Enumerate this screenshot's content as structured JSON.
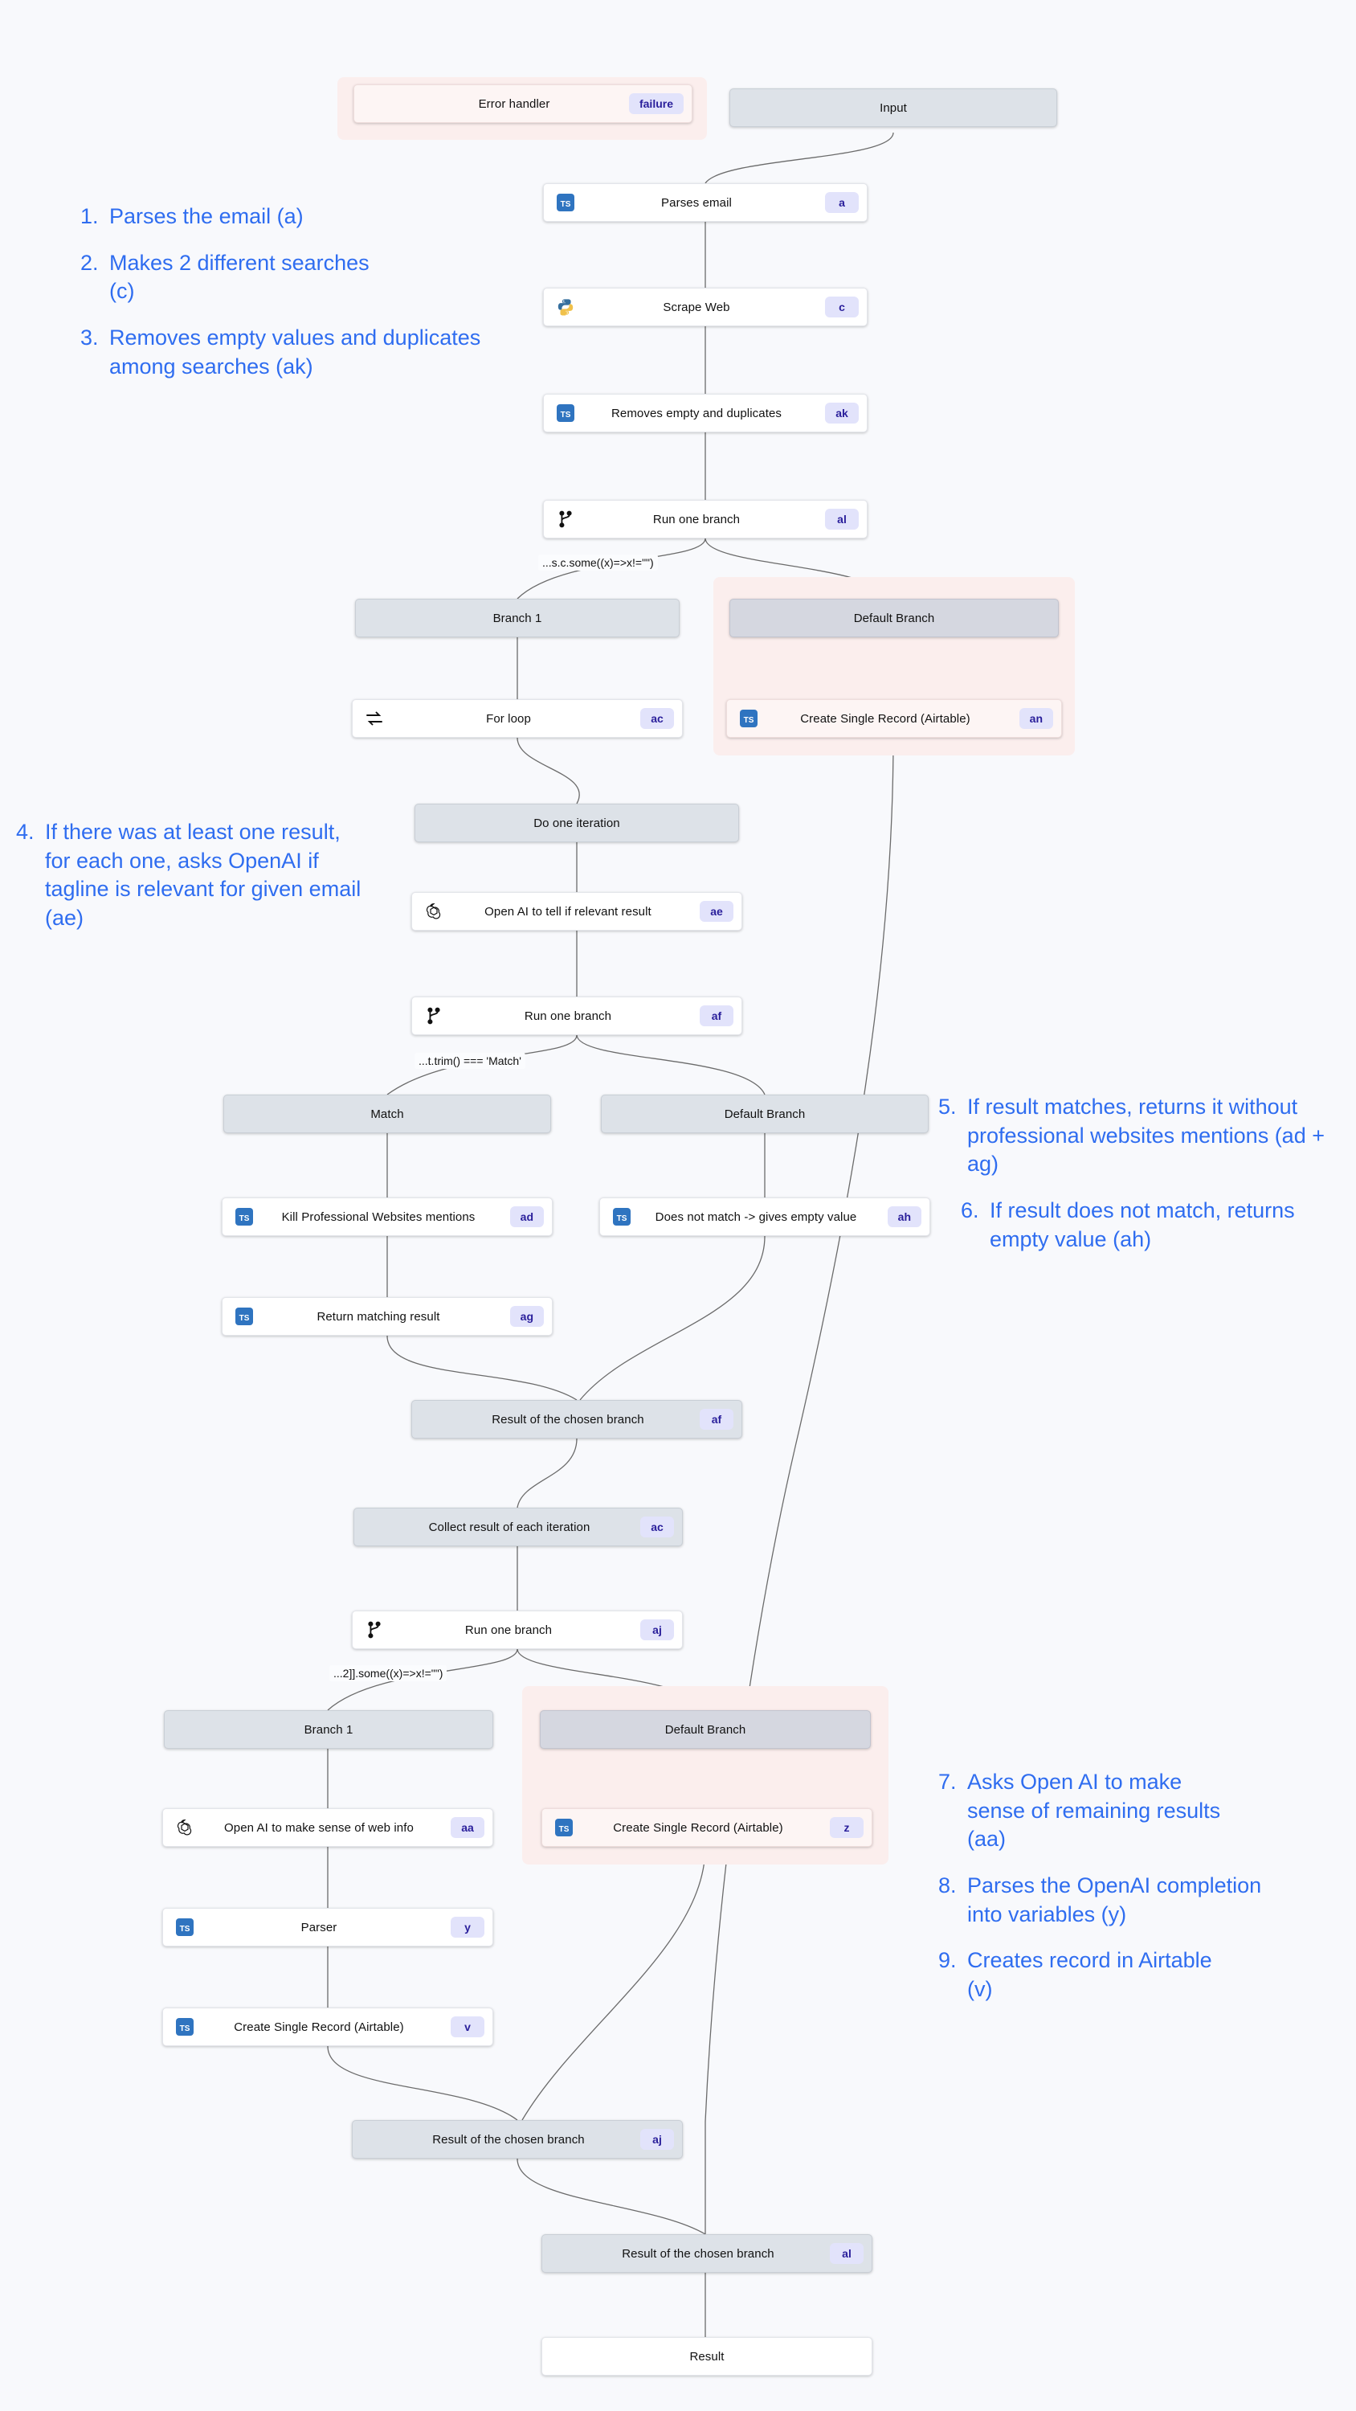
{
  "canvas": {
    "background": "#f8f9fc",
    "accent": "#2f6df0",
    "badge_bg": "#e2e3fb",
    "badge_fg": "#2a1f9b",
    "region_bg": "#fbeeed"
  },
  "nodes": {
    "error_handler": {
      "label": "Error handler",
      "badge": "failure"
    },
    "input": {
      "label": "Input"
    },
    "parses_email": {
      "label": "Parses email",
      "badge": "a",
      "icon": "typescript-icon"
    },
    "scrape_web": {
      "label": "Scrape Web",
      "badge": "c",
      "icon": "python-icon"
    },
    "removes_empty": {
      "label": "Removes empty and duplicates",
      "badge": "ak",
      "icon": "typescript-icon"
    },
    "run_one_branch_al": {
      "label": "Run one branch",
      "badge": "al",
      "icon": "branch-icon"
    },
    "branch1_top": {
      "label": "Branch 1"
    },
    "default_branch_top": {
      "label": "Default Branch"
    },
    "for_loop": {
      "label": "For loop",
      "badge": "ac",
      "icon": "loop-icon"
    },
    "create_record_an": {
      "label": "Create Single Record (Airtable)",
      "badge": "an",
      "icon": "typescript-icon"
    },
    "do_one_iteration": {
      "label": "Do one iteration"
    },
    "openai_relevant": {
      "label": "Open AI to tell if relevant result",
      "badge": "ae",
      "icon": "openai-icon"
    },
    "run_one_branch_af": {
      "label": "Run one branch",
      "badge": "af",
      "icon": "branch-icon"
    },
    "match_branch": {
      "label": "Match"
    },
    "default_branch_mid": {
      "label": "Default Branch"
    },
    "kill_mentions": {
      "label": "Kill Professional Websites mentions",
      "badge": "ad",
      "icon": "typescript-icon"
    },
    "does_not_match": {
      "label": "Does not match -> gives empty value",
      "badge": "ah",
      "icon": "typescript-icon"
    },
    "return_matching": {
      "label": "Return matching result",
      "badge": "ag",
      "icon": "typescript-icon"
    },
    "result_chosen_af": {
      "label": "Result of the chosen branch",
      "badge": "af"
    },
    "collect_result": {
      "label": "Collect result of each iteration",
      "badge": "ac"
    },
    "run_one_branch_aj": {
      "label": "Run one branch",
      "badge": "aj",
      "icon": "branch-icon"
    },
    "branch1_bottom": {
      "label": "Branch 1"
    },
    "default_branch_bottom": {
      "label": "Default Branch"
    },
    "openai_web_info": {
      "label": "Open AI to make sense of web info",
      "badge": "aa",
      "icon": "openai-icon"
    },
    "create_record_z": {
      "label": "Create Single Record (Airtable)",
      "badge": "z",
      "icon": "typescript-icon"
    },
    "parser": {
      "label": "Parser",
      "badge": "y",
      "icon": "typescript-icon"
    },
    "create_record_v": {
      "label": "Create Single Record (Airtable)",
      "badge": "v",
      "icon": "typescript-icon"
    },
    "result_chosen_aj": {
      "label": "Result of the chosen branch",
      "badge": "aj"
    },
    "result_chosen_al": {
      "label": "Result of the chosen branch",
      "badge": "al"
    },
    "result": {
      "label": "Result"
    }
  },
  "conditions": {
    "top": "...s.c.some((x)=>x!=\"\")",
    "mid": "...t.trim() === 'Match'",
    "bottom": "...2]].some((x)=>x!=\"\")"
  },
  "annotations_left": [
    {
      "num": "1.",
      "text": "Parses the email (a)"
    },
    {
      "num": "2.",
      "text": "Makes 2 different searches (c)"
    },
    {
      "num": "3.",
      "text": "Removes empty values and duplicates among searches (ak)"
    }
  ],
  "annotation_four": {
    "num": "4.",
    "text": "If there was at least one result, for each one, asks OpenAI if tagline is relevant for given email (ae)"
  },
  "annotations_right_mid": [
    {
      "num": "5.",
      "text": "If result matches, returns it without professional websites mentions (ad + ag)"
    },
    {
      "num": "6.",
      "text": "If result does not match, returns empty value (ah)"
    }
  ],
  "annotations_right_bottom": [
    {
      "num": "7.",
      "text": "Asks Open AI to make sense of remaining results (aa)"
    },
    {
      "num": "8.",
      "text": "Parses the OpenAI completion into variables (y)"
    },
    {
      "num": "9.",
      "text": "Creates record in Airtable (v)"
    }
  ]
}
